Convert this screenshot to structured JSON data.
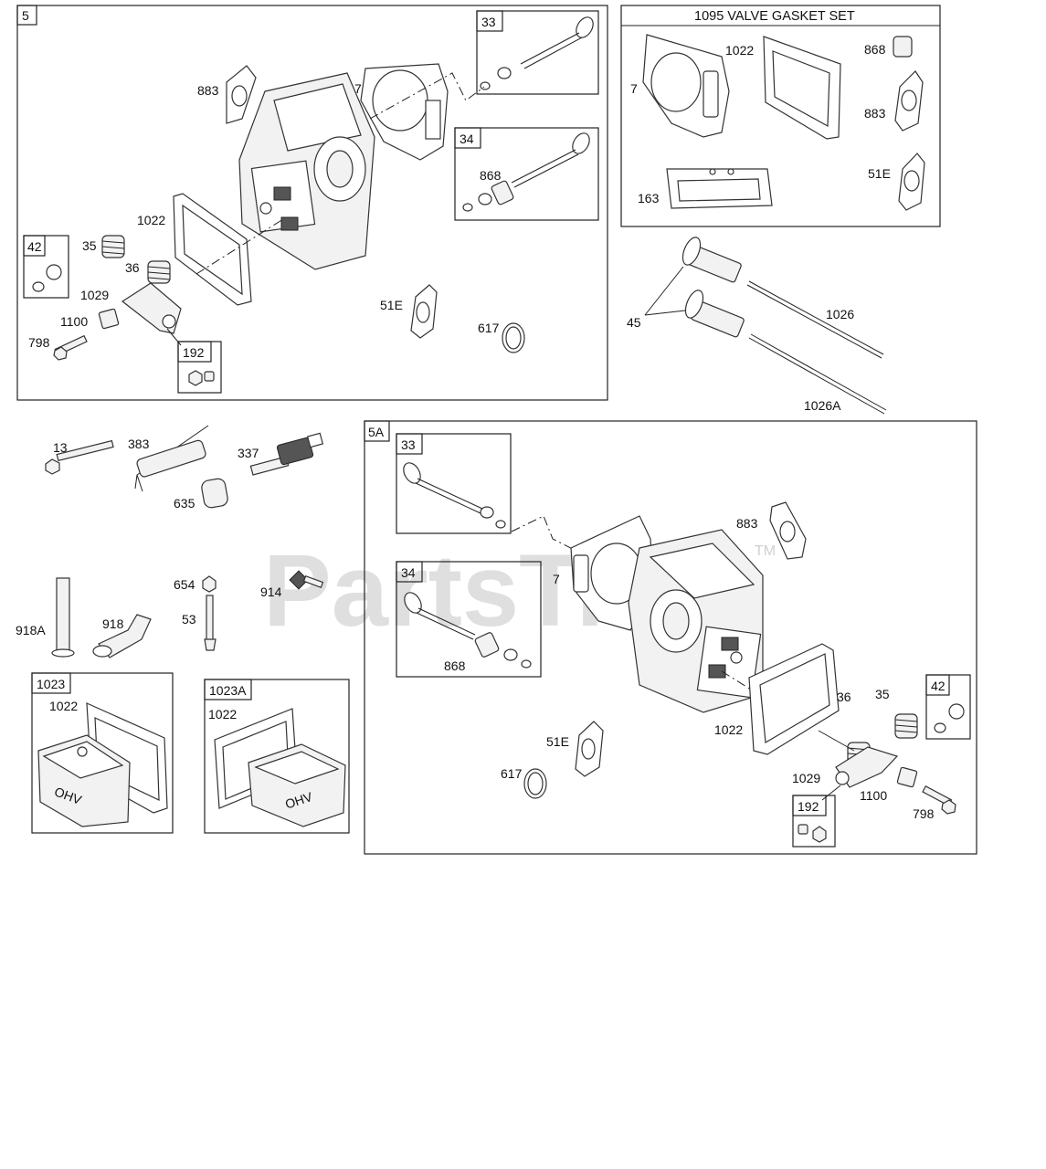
{
  "watermark": {
    "text": "PartsTree",
    "trademark": "TM"
  },
  "panels": {
    "p5": "5",
    "p5A": "5A",
    "gasket_set": "1095 VALVE GASKET SET",
    "k1023": "1023",
    "k1023A": "1023A",
    "sub33": "33",
    "sub34": "34",
    "sub42": "42",
    "sub192": "192"
  },
  "labels": {
    "a883": "883",
    "a7": "7",
    "a1022": "1022",
    "a35": "35",
    "a36": "36",
    "a1029": "1029",
    "a1100": "1100",
    "a798": "798",
    "a51E": "51E",
    "a617": "617",
    "a868": "868",
    "g7": "7",
    "g1022": "1022",
    "g868": "868",
    "g883": "883",
    "g51E": "51E",
    "g163": "163",
    "b45": "45",
    "b1026": "1026",
    "b1026A": "1026A",
    "c13": "13",
    "c383": "383",
    "c337": "337",
    "c635": "635",
    "c654": "654",
    "c914": "914",
    "c53": "53",
    "c918A": "918A",
    "c918": "918",
    "k1022": "1022",
    "kA1022": "1022",
    "d883": "883",
    "d7": "7",
    "d868": "868",
    "d51E": "51E",
    "d617": "617",
    "d36": "36",
    "d35": "35",
    "d1022": "1022",
    "d1029": "1029",
    "d1100": "1100",
    "d798": "798"
  },
  "cover_logo": "OHV"
}
